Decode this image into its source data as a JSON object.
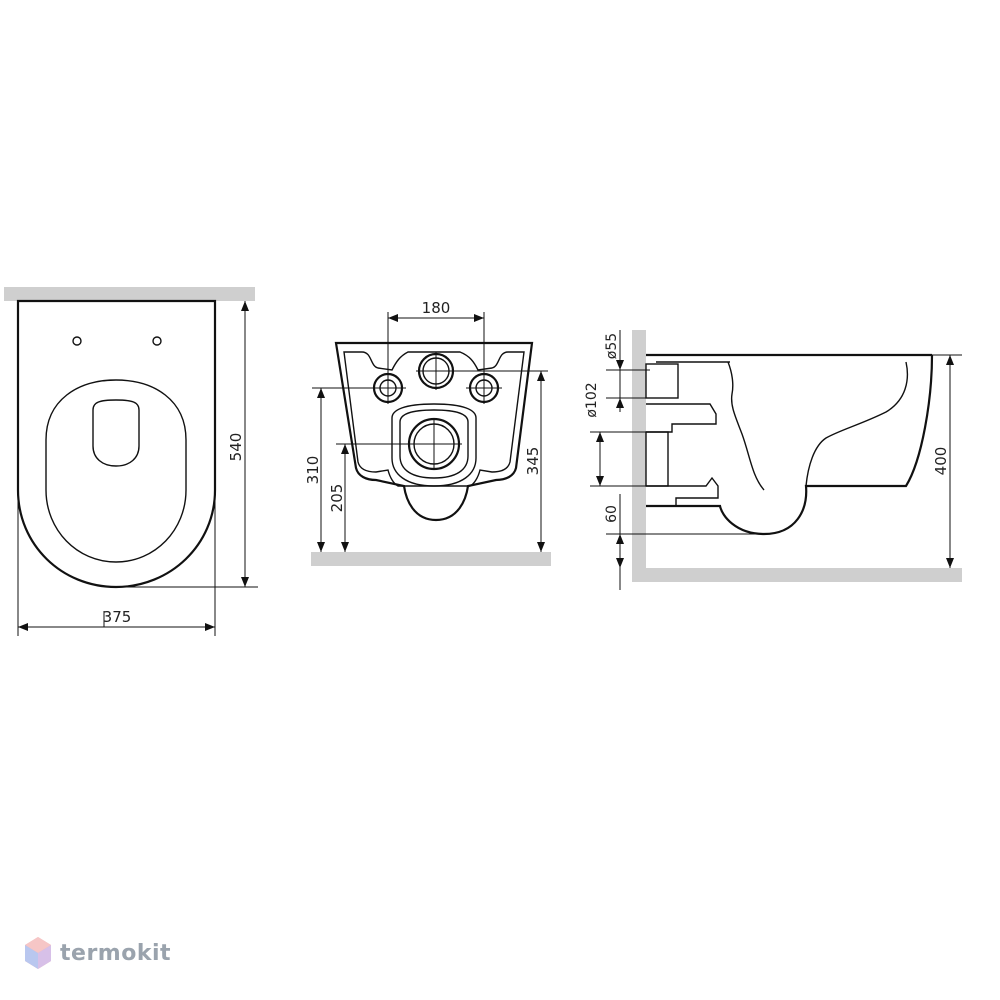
{
  "dimensions": {
    "top_width": "375",
    "top_depth": "540",
    "front_bolt_spacing": "180",
    "front_height_310": "310",
    "front_height_205": "205",
    "front_height_345": "345",
    "side_diameter_55": "ø55",
    "side_diameter_102": "ø102",
    "side_offset_60": "60",
    "side_height_400": "400"
  },
  "brand": {
    "name": "termokit"
  },
  "colors": {
    "line": "#111111",
    "wall": "#cfcfcf",
    "brand_text": "#9aa3ad"
  }
}
